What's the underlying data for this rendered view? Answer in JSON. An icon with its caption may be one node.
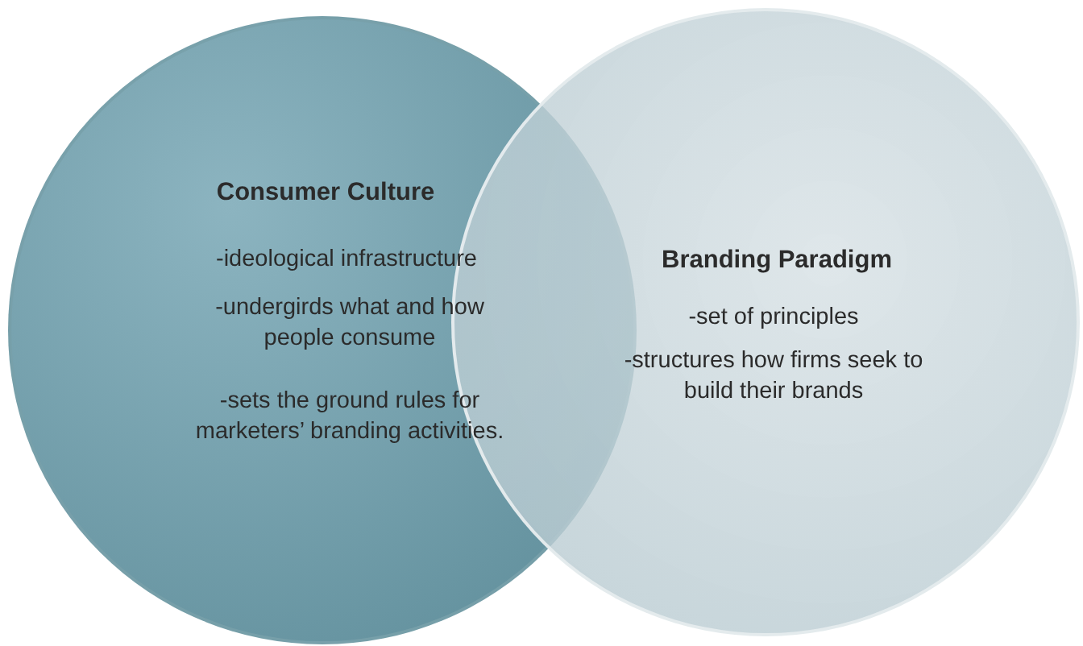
{
  "diagram": {
    "nodes": [
      {
        "text": [
          "Consumer Culture",
          "-ideological infrastructure",
          "-undergirds what and how people consume",
          "-sets the ground rules for marketers’ branding activities."
        ]
      },
      {
        "text": [
          "Branding Paradigm",
          "-set of principles",
          "-structures how firms seek to build their brands"
        ]
      }
    ]
  }
}
